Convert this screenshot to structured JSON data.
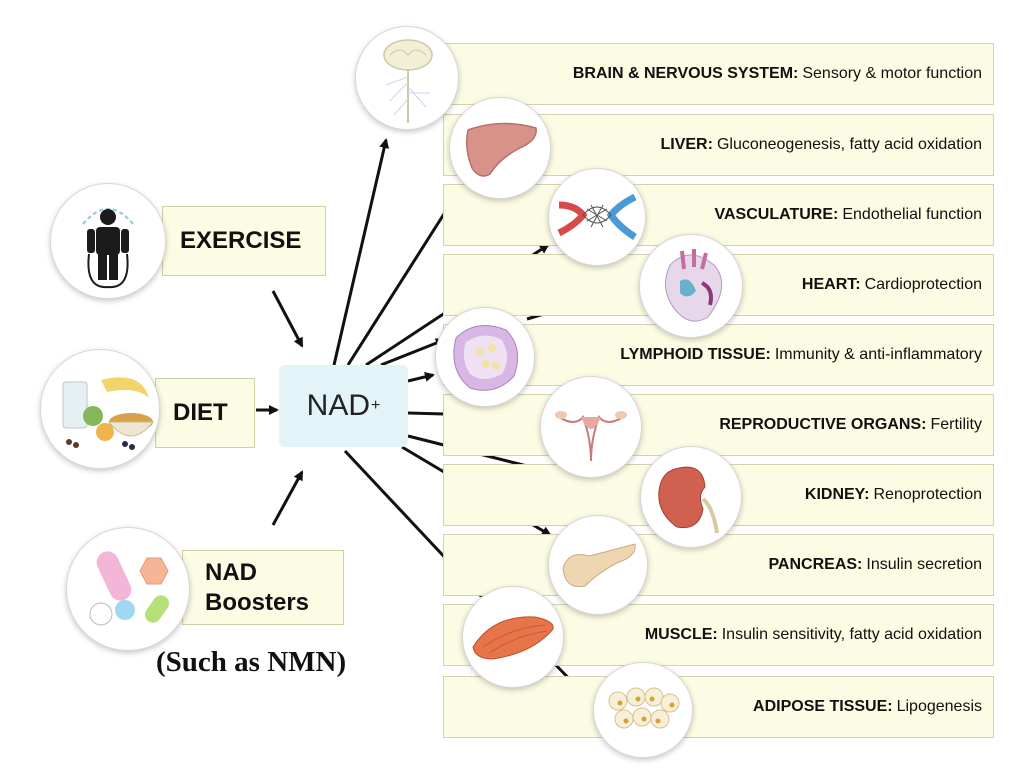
{
  "center": {
    "label": "NAD",
    "superscript": "+"
  },
  "inputs": [
    {
      "id": "exercise",
      "lines": [
        "EXERCISE"
      ],
      "icon": "jump-rope-icon"
    },
    {
      "id": "diet",
      "lines": [
        "DIET"
      ],
      "icon": "food-icon"
    },
    {
      "id": "boosters",
      "lines": [
        "NAD",
        "Boosters"
      ],
      "icon": "pills-icon"
    }
  ],
  "boosters_note": "(Such as NMN)",
  "organs": [
    {
      "id": "brain",
      "name": "BRAIN & NERVOUS SYSTEM:",
      "function": "Sensory & motor function",
      "icon": "brain-icon"
    },
    {
      "id": "liver",
      "name": "LIVER:",
      "function": "Gluconeogenesis, fatty acid oxidation",
      "icon": "liver-icon"
    },
    {
      "id": "vasculature",
      "name": "VASCULATURE:",
      "function": "Endothelial function",
      "icon": "blood-vessel-icon"
    },
    {
      "id": "heart",
      "name": "HEART:",
      "function": "Cardioprotection",
      "icon": "heart-icon"
    },
    {
      "id": "lymphoid",
      "name": "LYMPHOID TISSUE:",
      "function": "Immunity & anti-inflammatory",
      "icon": "lymph-node-icon"
    },
    {
      "id": "reproductive",
      "name": "REPRODUCTIVE ORGANS:",
      "function": "Fertility",
      "icon": "uterus-icon"
    },
    {
      "id": "kidney",
      "name": "KIDNEY:",
      "function": "Renoprotection",
      "icon": "kidney-icon"
    },
    {
      "id": "pancreas",
      "name": "PANCREAS:",
      "function": "Insulin secretion",
      "icon": "pancreas-icon"
    },
    {
      "id": "muscle",
      "name": "MUSCLE:",
      "function": "Insulin sensitivity, fatty acid oxidation",
      "icon": "muscle-icon"
    },
    {
      "id": "adipose",
      "name": "ADIPOSE TISSUE:",
      "function": "Lipogenesis",
      "icon": "fat-cells-icon"
    }
  ]
}
